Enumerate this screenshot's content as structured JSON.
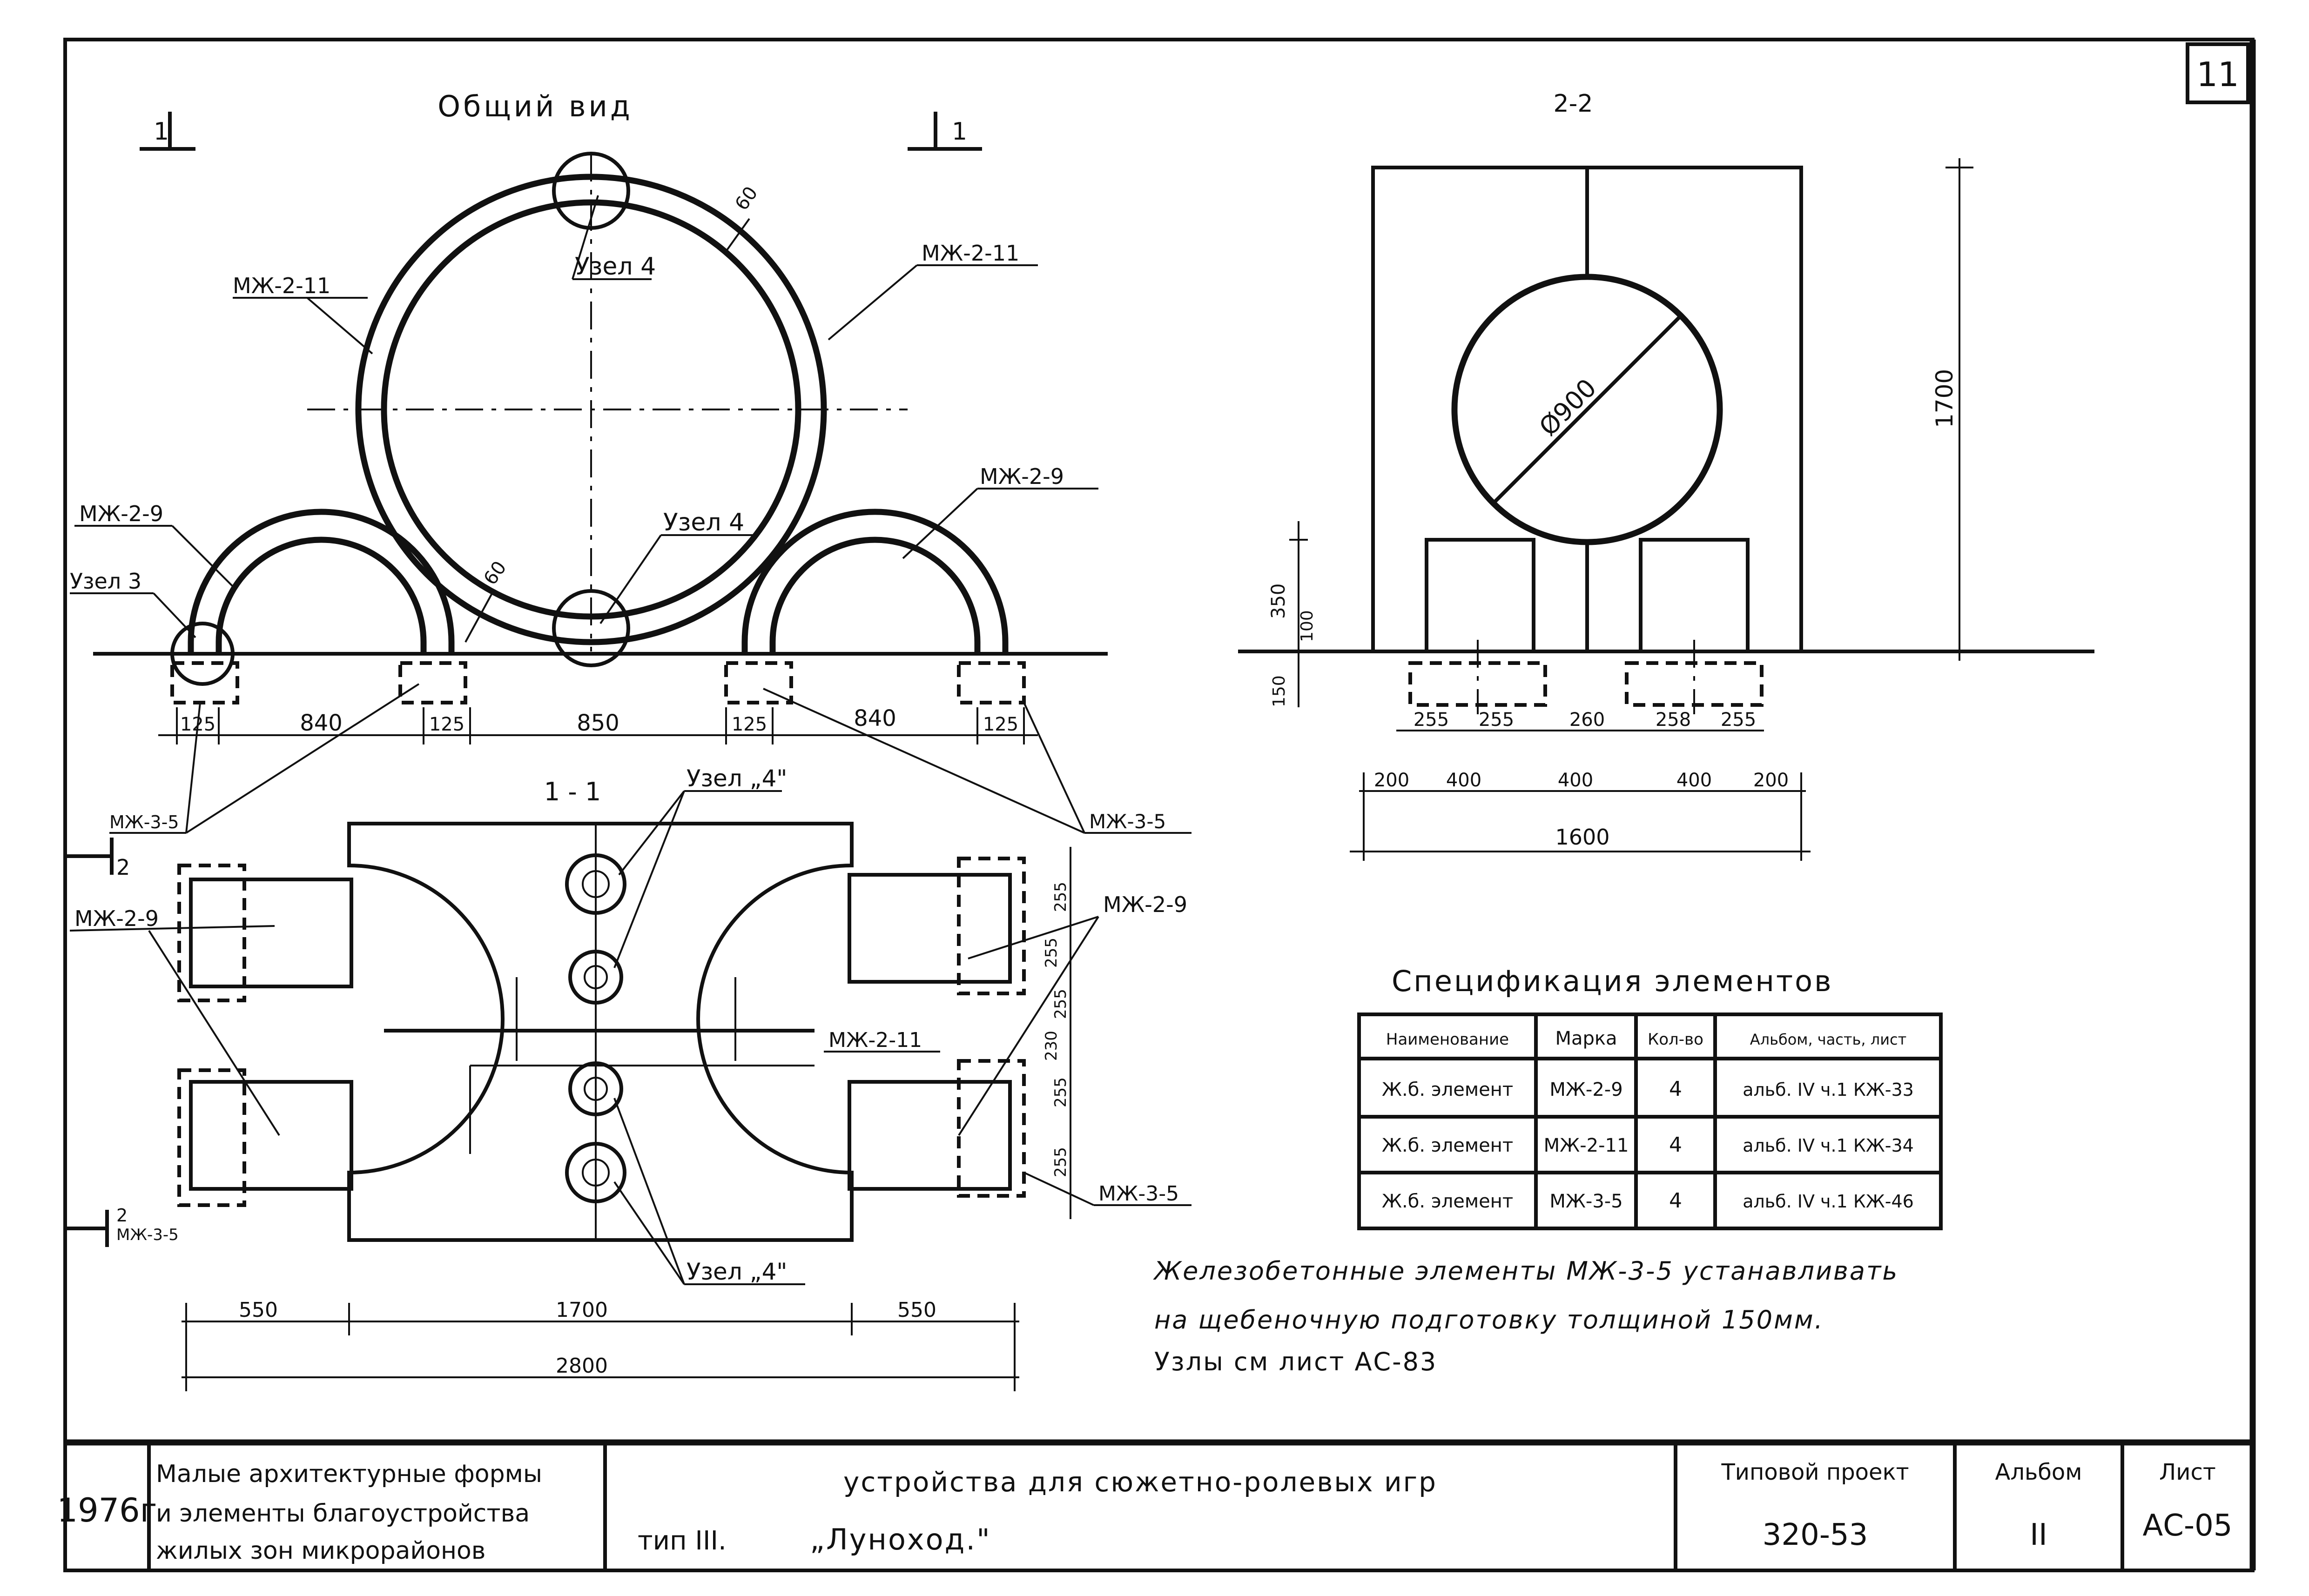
{
  "sheet_corner_number": "11",
  "general_view": {
    "title": "Общий вид",
    "section_marks": [
      "1",
      "1"
    ],
    "labels": {
      "mzh_2_11_left": "МЖ-2-11",
      "mzh_2_11_right": "МЖ-2-11",
      "node4_top": "Узел 4",
      "node4_bottom": "Узел 4",
      "mzh_2_9_left": "МЖ-2-9",
      "mzh_2_9_right": "МЖ-2-9",
      "node3": "Узел 3"
    },
    "dims": {
      "wall_top": "60",
      "wall_bottom": "60",
      "d125a": "125",
      "d840a": "840",
      "d125b": "125",
      "d850": "850",
      "d125c": "125",
      "d840b": "840",
      "d125d": "125"
    }
  },
  "section_2_2": {
    "title": "2-2",
    "diameter": "Ø900",
    "height": "1700",
    "d350": "350",
    "d100": "100",
    "d150": "150",
    "row1": [
      "255",
      "255",
      "260",
      "258",
      "255"
    ],
    "row2": [
      "200",
      "400",
      "400",
      "400",
      "200"
    ],
    "total": "1600"
  },
  "section_1_1": {
    "title": "1 - 1",
    "section_mark_top": "2",
    "section_mark_bottom": "2",
    "labels": {
      "mzh_3_5_left_top": "МЖ-3-5",
      "mzh_3_5_right_top": "МЖ-3-5",
      "mzh_2_9_left": "МЖ-2-9",
      "mzh_2_9_right": "МЖ-2-9",
      "mzh_2_11": "МЖ-2-11",
      "mzh_3_5_right_bottom": "МЖ-3-5",
      "mzh_3_5_left_bottom": "МЖ-3-5",
      "node4_top": "Узел „4\"",
      "node4_bottom": "Узел „4\""
    },
    "side_dims": [
      "255",
      "255",
      "255",
      "230",
      "255",
      "255"
    ],
    "bottom_dims": {
      "left": "550",
      "mid": "1700",
      "right": "550",
      "total": "2800"
    }
  },
  "spec": {
    "title": "Спецификация элементов",
    "headers": [
      "Наименование",
      "Марка",
      "Кол-во",
      "Альбом, часть, лист"
    ],
    "rows": [
      [
        "Ж.б. элемент",
        "МЖ-2-9",
        "4",
        "альб. IV ч.1 КЖ-33"
      ],
      [
        "Ж.б. элемент",
        "МЖ-2-11",
        "4",
        "альб. IV ч.1 КЖ-34"
      ],
      [
        "Ж.б. элемент",
        "МЖ-3-5",
        "4",
        "альб. IV ч.1 КЖ-46"
      ]
    ]
  },
  "notes": [
    "Железобетонные элементы МЖ-3-5 устанавливать",
    "на щебеночную подготовку толщиной 150мм.",
    "Узлы см лист АС-83"
  ],
  "title_block": {
    "year": "1976г",
    "org_lines": [
      "Малые архитектурные формы",
      "и элементы благоустройства",
      "жилых зон микрорайонов"
    ],
    "title_line1": "устройства для сюжетно-ролевых игр",
    "type_label": "тип III.",
    "name": "„Луноход.\"",
    "project_label": "Типовой проект",
    "project_value": "320-53",
    "album_label": "Альбом",
    "album_value": "II",
    "sheet_label": "Лист",
    "sheet_value": "АС-05"
  }
}
